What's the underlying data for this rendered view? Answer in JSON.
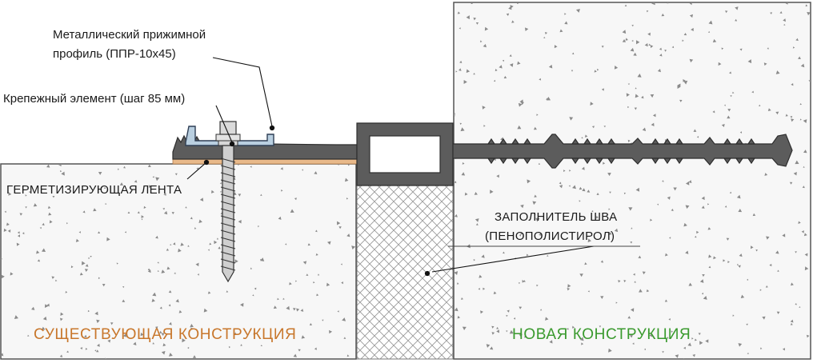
{
  "labels": {
    "profile_line1": "Металлический прижимной",
    "profile_line2": "профиль  (ППР-10х45)",
    "fastener": "Крепежный элемент (шаг 85 мм)",
    "sealing_tape": "ГЕРМЕТИЗИРУЮЩАЯ ЛЕНТА",
    "filler_line1": "ЗАПОЛНИТЕЛЬ ШВА",
    "filler_line2": "(ПЕНОПОЛИСТИРОЛ)",
    "existing_structure": "СУЩЕСТВУЮЩАЯ  КОНСТРУКЦИЯ",
    "new_structure": "НОВАЯ  КОНСТРУКЦИЯ"
  },
  "colors": {
    "existing_label": "#c8772c",
    "new_label": "#3a9a2e",
    "waterstop": "#5c5c5c",
    "tape": "#e8b98a",
    "profile": "#b9cfe0",
    "concrete_speckle": "#8a8a8a"
  }
}
